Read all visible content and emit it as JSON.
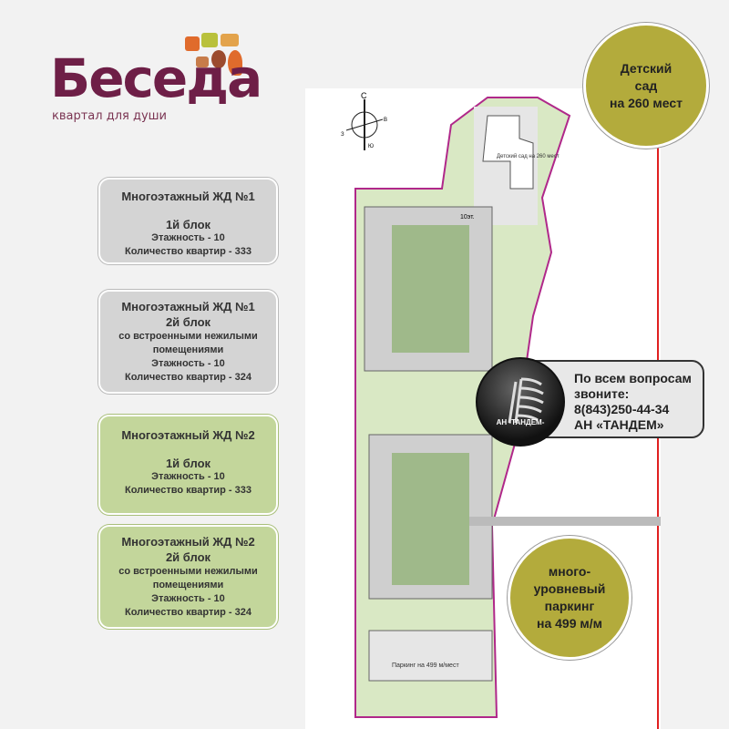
{
  "logo": {
    "name": "Беседа",
    "tagline": "квартал для души"
  },
  "callouts": [
    {
      "title": "Многоэтажный ЖД №1",
      "lines": [
        "1й блок",
        "Этажность - 10",
        "Количество квартир - 333"
      ]
    },
    {
      "title": "Многоэтажный ЖД №1",
      "lines": [
        "2й блок",
        "со встроенными нежилыми помещениями",
        "Этажность - 10",
        "Количество квартир - 324"
      ]
    },
    {
      "title": "Многоэтажный ЖД №2",
      "lines": [
        "1й блок",
        "Этажность - 10",
        "Количество квартир - 333"
      ]
    },
    {
      "title": "Многоэтажный ЖД №2",
      "lines": [
        "2й блок",
        "со встроенными нежилыми помещениями",
        "Этажность - 10",
        "Количество квартир - 324"
      ]
    }
  ],
  "kindergarten": {
    "lines": [
      "Детский",
      "сад",
      "на 260 мест"
    ],
    "plan_label": "Детский сад на 260 мест"
  },
  "parking": {
    "lines": [
      "много-",
      "уровневый",
      "паркинг",
      "на 499 м/м"
    ],
    "plan_label": "Паркинг на 499 м/мест"
  },
  "contact": {
    "lines": [
      "По всем вопросам",
      "звоните:",
      "8(843)250-44-34",
      "АН «ТАНДЕМ»"
    ],
    "logo_text": "АН -ТАНДЕМ-"
  },
  "compass": {
    "n": "С",
    "s": "Ю",
    "e": "В",
    "w": "З"
  },
  "floors_label": "10эт.",
  "colors": {
    "brand": "#6e1f47",
    "gray_box": "#d4d4d4",
    "green_box": "#c3d69b",
    "olive_circle": "#b3ab3c"
  }
}
